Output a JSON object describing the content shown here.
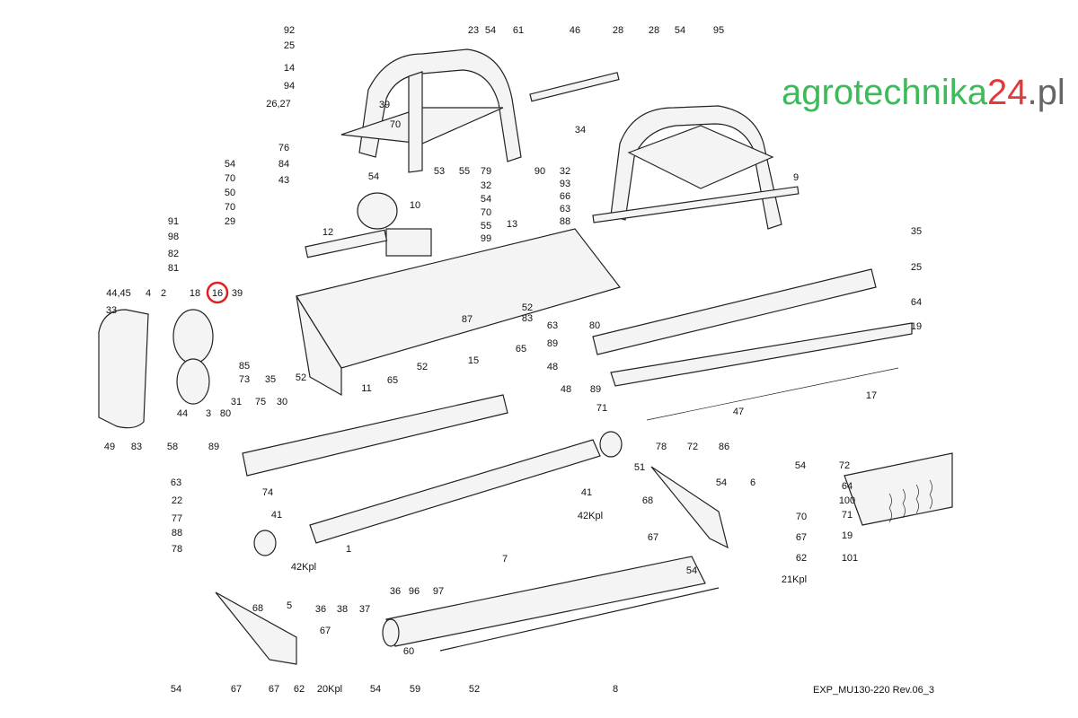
{
  "diagram_title": "EXP_MU130-220 Rev.06_3",
  "watermark": {
    "part1": "agrotechnika",
    "part2": "24",
    "part3": ".pl"
  },
  "highlight_color": "#e02020",
  "highlighted_label": "16",
  "labels": [
    "92",
    "25",
    "14",
    "94",
    "26,27",
    "39",
    "70",
    "23",
    "54",
    "61",
    "46",
    "28",
    "28",
    "54",
    "95",
    "34",
    "76",
    "84",
    "43",
    "54",
    "53",
    "55",
    "79",
    "32",
    "54",
    "70",
    "55",
    "99",
    "10",
    "90",
    "32",
    "93",
    "66",
    "63",
    "88",
    "13",
    "9",
    "35",
    "54",
    "70",
    "50",
    "70",
    "29",
    "91",
    "98",
    "82",
    "81",
    "12",
    "25",
    "64",
    "19",
    "17",
    "44,45",
    "2",
    "18",
    "16",
    "39",
    "33",
    "4",
    "52",
    "83",
    "87",
    "63",
    "80",
    "89",
    "48",
    "48",
    "89",
    "71",
    "47",
    "65",
    "15",
    "52",
    "52",
    "65",
    "11",
    "85",
    "73",
    "35",
    "31",
    "75",
    "30",
    "80",
    "44",
    "3",
    "49",
    "83",
    "58",
    "89",
    "63",
    "74",
    "78",
    "72",
    "86",
    "51",
    "68",
    "41",
    "42Kpl",
    "54",
    "6",
    "54",
    "72",
    "64",
    "100",
    "71",
    "19",
    "101",
    "70",
    "67",
    "62",
    "67",
    "54",
    "21Kpl",
    "22",
    "77",
    "88",
    "78",
    "41",
    "42Kpl",
    "1",
    "7",
    "36",
    "96",
    "97",
    "36",
    "38",
    "37",
    "68",
    "5",
    "67",
    "60",
    "54",
    "67",
    "67",
    "62",
    "20Kpl",
    "54",
    "59",
    "52",
    "8"
  ]
}
